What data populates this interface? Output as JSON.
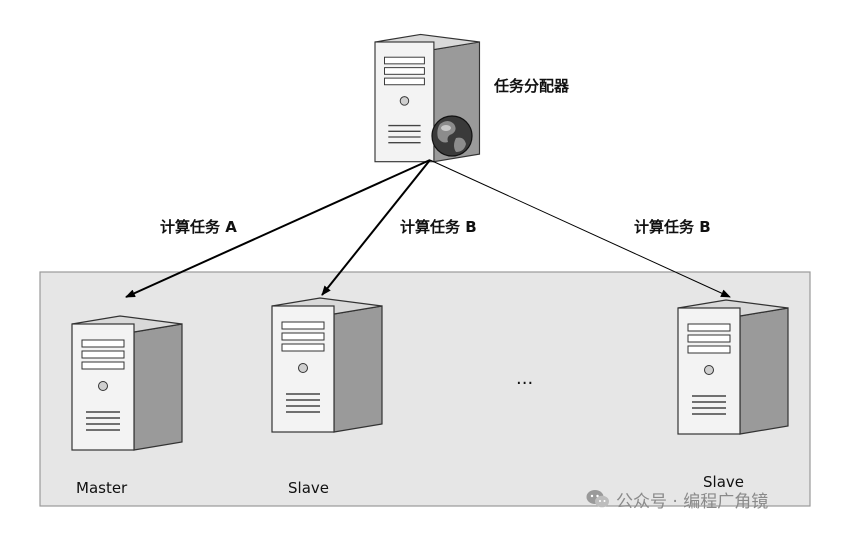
{
  "dispatcher": {
    "label": "任务分配器"
  },
  "edges": [
    {
      "label": "计算任务 A",
      "target": "Master"
    },
    {
      "label": "计算任务 B",
      "target": "Slave"
    },
    {
      "label": "计算任务 B",
      "target": "Slave"
    }
  ],
  "nodes": [
    {
      "label": "Master"
    },
    {
      "label": "Slave"
    },
    {
      "label": "Slave"
    }
  ],
  "ellipsis": "...",
  "watermark": {
    "text": "公众号 · 编程广角镜",
    "icon": "wechat-icon"
  },
  "colors": {
    "cluster_fill": "#e6e6e6",
    "cluster_border": "#9a9a9a"
  }
}
